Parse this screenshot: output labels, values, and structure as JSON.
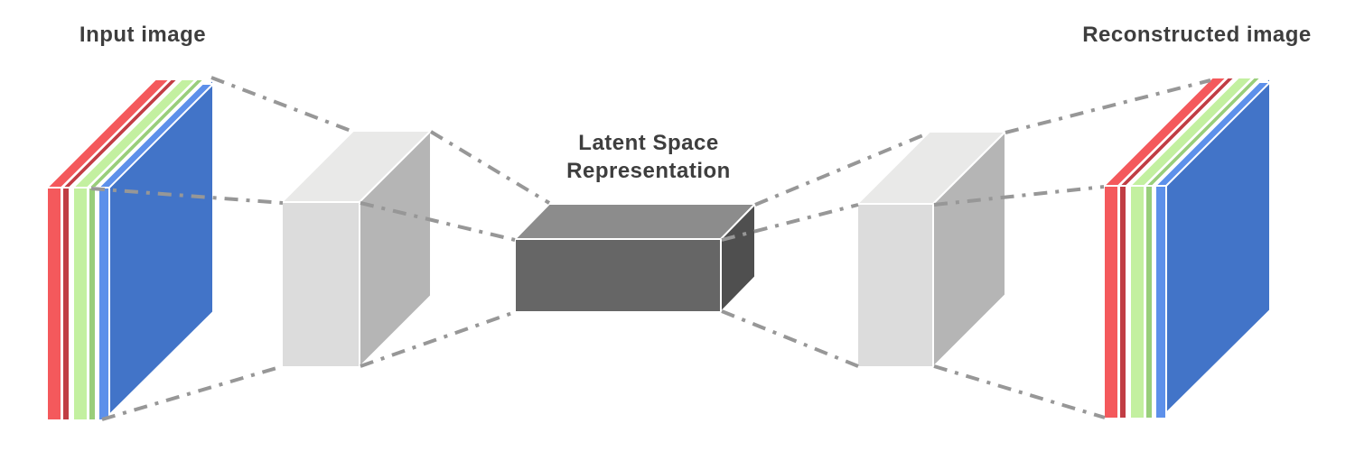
{
  "labels": {
    "input": "Input image",
    "latent_line1": "Latent Space",
    "latent_line2": "Representation",
    "reconstructed": "Reconstructed image"
  },
  "colors": {
    "background": "#ffffff",
    "text": "#3e3e3e",
    "dash_line": "#979797",
    "edge_stroke": "#ffffff",
    "red_light": "#f4595c",
    "red_dark": "#c13d44",
    "green_light": "#c3f0a0",
    "green_mid": "#99ce7b",
    "blue_light": "#5d90ea",
    "blue_face": "#4274c8",
    "gray_box_top": "#e9e9e8",
    "gray_box_front": "#dcdcdc",
    "gray_box_side": "#b5b5b5",
    "latent_top": "#8c8c8c",
    "latent_front": "#666666",
    "latent_side": "#4f4f4f"
  }
}
